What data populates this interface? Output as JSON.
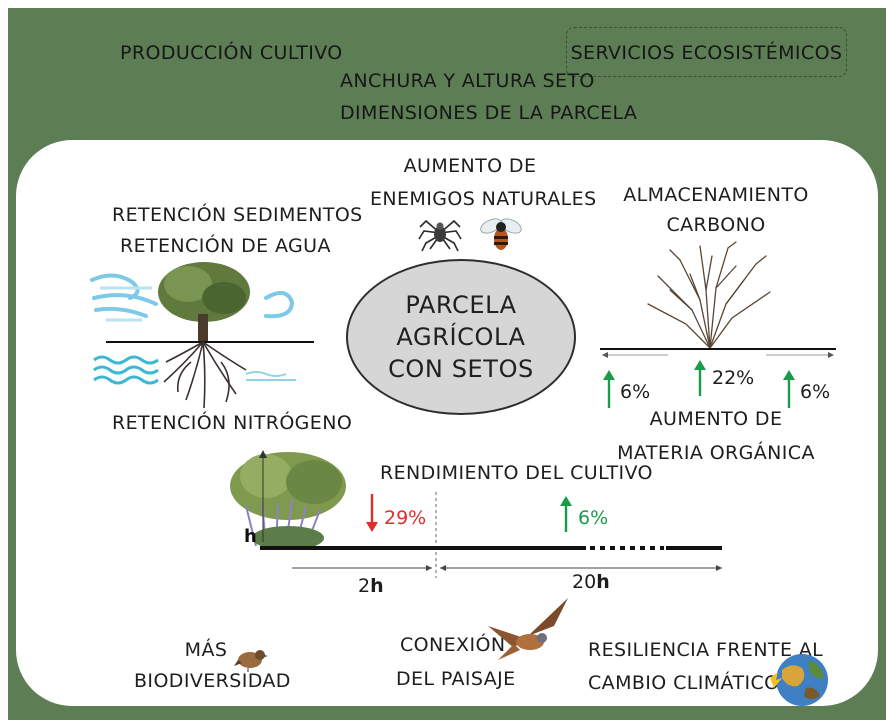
{
  "header": {
    "produccion_cultivo": "PRODUCCIÓN CULTIVO",
    "servicios_ecosistemicos": "SERVICIOS ECOSISTÉMICOS",
    "anchura_line1": "ANCHURA Y ALTURA SETO",
    "anchura_line2": "DIMENSIONES DE LA PARCELA"
  },
  "center": {
    "line1": "PARCELA",
    "line2": "AGRÍCOLA",
    "line3": "CON SETOS"
  },
  "labels": {
    "enemigos_line1": "AUMENTO DE",
    "enemigos_line2": "ENEMIGOS NATURALES",
    "sedimentos": "RETENCIÓN SEDIMENTOS",
    "agua": "RETENCIÓN DE AGUA",
    "nitrogeno": "RETENCIÓN NITRÓGENO",
    "almacenamiento_line1": "ALMACENAMIENTO",
    "almacenamiento_line2": "CARBONO",
    "materia_line1": "AUMENTO DE",
    "materia_line2": "MATERIA ORGÁNICA",
    "rendimiento": "RENDIMIENTO DEL CULTIVO",
    "biodiversidad_line1": "MÁS",
    "biodiversidad_line2": "BIODIVERSIDAD",
    "conexion_line1": "CONEXIÓN",
    "conexion_line2": "DEL PAISAJE",
    "resiliencia_line1": "RESILIENCIA FRENTE AL",
    "resiliencia_line2": "CAMBIO CLIMÁTICO"
  },
  "percentages": {
    "carbon_left": "6%",
    "carbon_center": "22%",
    "carbon_right": "6%",
    "yield_decrease": "29%",
    "yield_increase": "6%"
  },
  "measures": {
    "h_label": "h",
    "two_h_num": "2",
    "twenty_h_num": "20",
    "h_unit": "h"
  },
  "colors": {
    "background": "#5d7e55",
    "increase": "#1a9b4a",
    "decrease": "#e22b2b",
    "oval": "#d6d6d6"
  }
}
